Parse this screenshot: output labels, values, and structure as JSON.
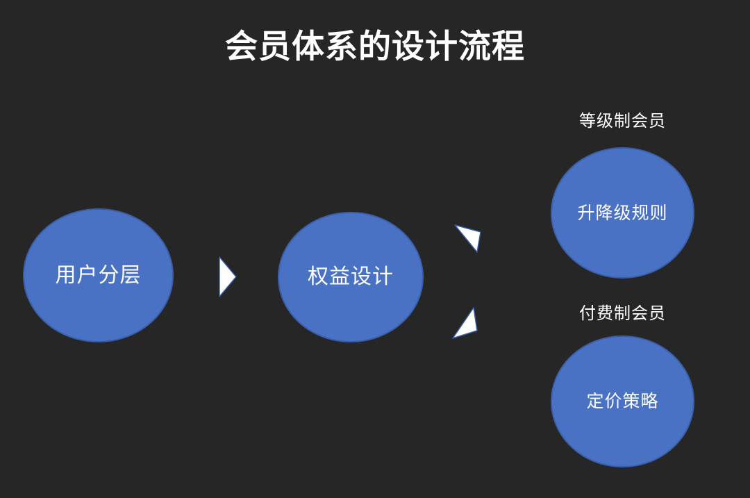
{
  "slide": {
    "title": "会员体系的设计流程"
  },
  "nodes": {
    "user_segmentation": {
      "label": "用户分层"
    },
    "benefits_design": {
      "label": "权益设计"
    },
    "upgrade_rules": {
      "label": "升降级规则"
    },
    "pricing_strategy": {
      "label": "定价策略"
    }
  },
  "branch_labels": {
    "tiered": "等级制会员",
    "paid": "付费制会员"
  },
  "arrows": [
    {
      "name": "right-arrow-icon",
      "from": "用户分层",
      "to": "权益设计"
    },
    {
      "name": "upper-branch-arrow-icon",
      "from": "权益设计",
      "to": "升降级规则"
    },
    {
      "name": "lower-branch-arrow-icon",
      "from": "权益设计",
      "to": "定价策略"
    }
  ],
  "colors": {
    "background": "#262626",
    "node_fill": "#4a72c4",
    "node_border": "#3a5ea9",
    "arrow_fill": "#ffffff",
    "arrow_border": "#3a5ea9",
    "text": "#ffffff"
  }
}
